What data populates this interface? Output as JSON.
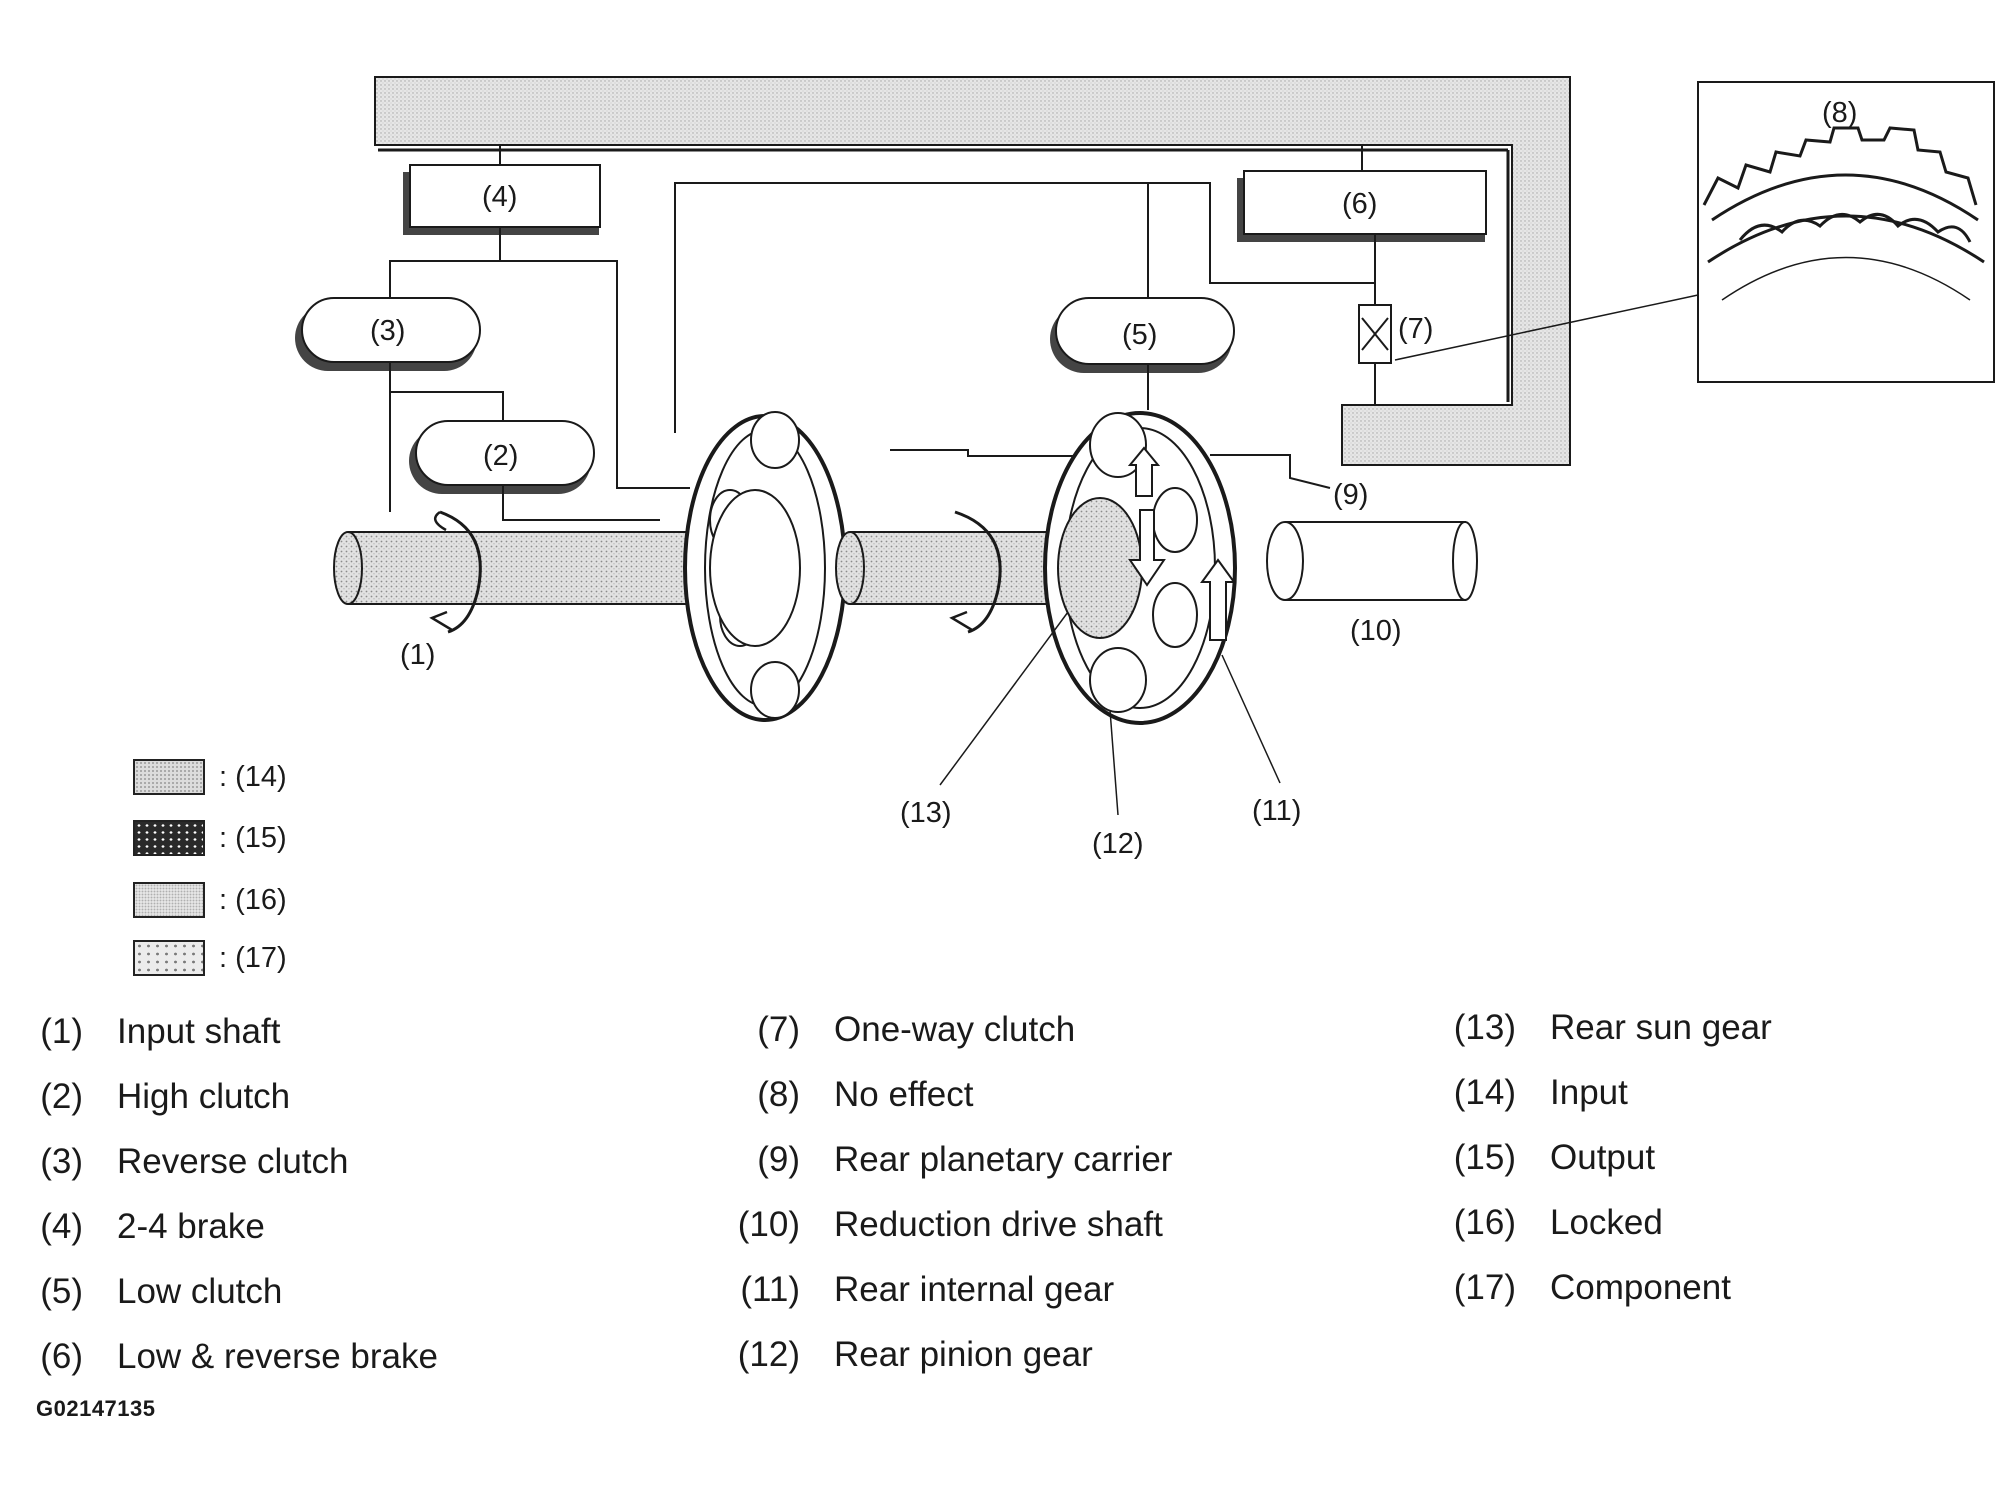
{
  "callouts": {
    "c1": "(1)",
    "c2": "(2)",
    "c3": "(3)",
    "c4": "(4)",
    "c5": "(5)",
    "c6": "(6)",
    "c7": "(7)",
    "c8": "(8)",
    "c9": "(9)",
    "c10": "(10)",
    "c11": "(11)",
    "c12": "(12)",
    "c13": "(13)"
  },
  "legend": [
    {
      "swatch": "input",
      "text": ": (14)"
    },
    {
      "swatch": "output",
      "text": ": (15)"
    },
    {
      "swatch": "locked",
      "text": ": (16)"
    },
    {
      "swatch": "component",
      "text": ": (17)"
    }
  ],
  "key": [
    {
      "num": "(1)",
      "label": "Input shaft"
    },
    {
      "num": "(2)",
      "label": "High clutch"
    },
    {
      "num": "(3)",
      "label": "Reverse clutch"
    },
    {
      "num": "(4)",
      "label": "2-4 brake"
    },
    {
      "num": "(5)",
      "label": "Low clutch"
    },
    {
      "num": "(6)",
      "label": "Low & reverse brake"
    },
    {
      "num": "(7)",
      "label": "One-way clutch"
    },
    {
      "num": "(8)",
      "label": "No effect"
    },
    {
      "num": "(9)",
      "label": "Rear planetary carrier"
    },
    {
      "num": "(10)",
      "label": "Reduction drive shaft"
    },
    {
      "num": "(11)",
      "label": "Rear internal gear"
    },
    {
      "num": "(12)",
      "label": "Rear pinion gear"
    },
    {
      "num": "(13)",
      "label": "Rear sun gear"
    },
    {
      "num": "(14)",
      "label": "Input"
    },
    {
      "num": "(15)",
      "label": "Output"
    },
    {
      "num": "(16)",
      "label": "Locked"
    },
    {
      "num": "(17)",
      "label": "Component"
    }
  ],
  "figure_id": "G02147135",
  "colors": {
    "line": "#1a1a1a",
    "fill_input": "#dcdcdc",
    "fill_locked": "#e4e4e4",
    "background": "#ffffff"
  }
}
